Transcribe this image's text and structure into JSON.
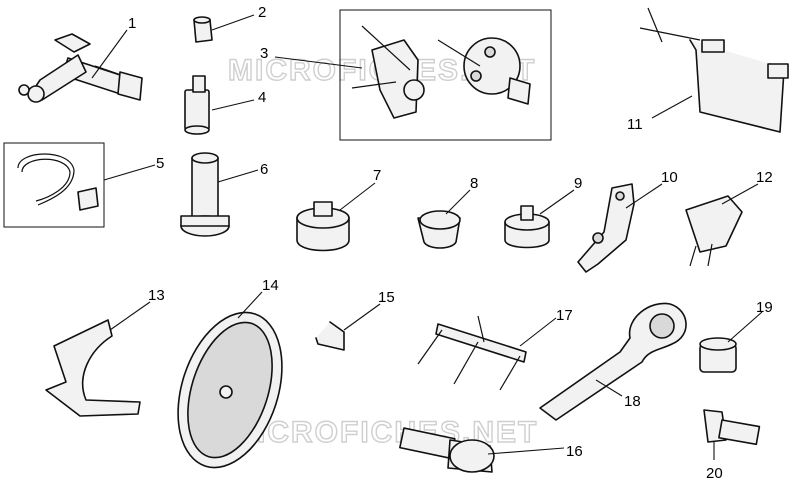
{
  "watermark": {
    "top": "MICROFICHES.NET",
    "bottom": "MICROFICHES.NET"
  },
  "callouts": [
    "1",
    "2",
    "3",
    "4",
    "5",
    "6",
    "7",
    "8",
    "9",
    "10",
    "11",
    "12",
    "13",
    "14",
    "15",
    "16",
    "17",
    "18",
    "19",
    "20"
  ]
}
